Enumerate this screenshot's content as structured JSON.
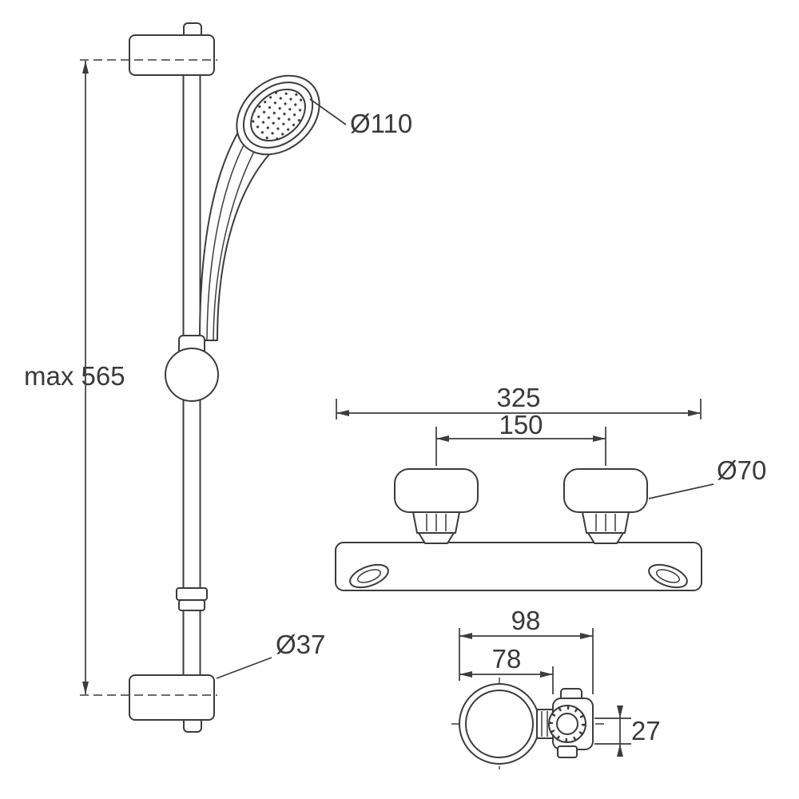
{
  "colors": {
    "background": "#ffffff",
    "line": "#3c3c3c",
    "text": "#3a3a3a"
  },
  "labels": {
    "handset_diameter": "Ø110",
    "rail_max_height": "max 565",
    "bracket_diameter": "Ø37",
    "mixer_width": "325",
    "handle_centres": "150",
    "handle_diameter": "Ø70",
    "mixer_depth": "98",
    "mixer_body_depth": "78",
    "outlet_offset": "27"
  }
}
